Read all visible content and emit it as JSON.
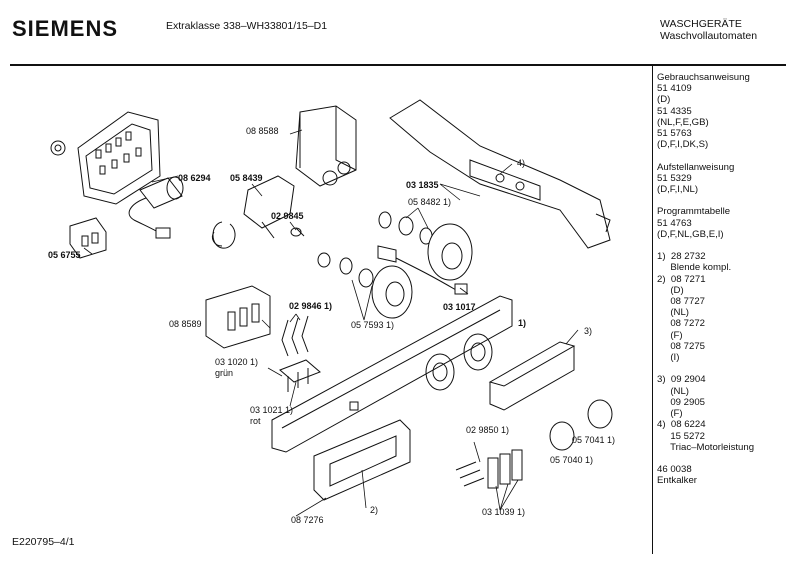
{
  "header": {
    "brand": "SIEMENS",
    "model": "Extraklasse 338–WH33801/15–D1",
    "category_line1": "WASCHGERÄTE",
    "category_line2": "Waschvollautomaten"
  },
  "footer": {
    "code": "E220795–4/1"
  },
  "sidebar": {
    "lines": [
      "Gebrauchsanweisung",
      "51 4109",
      "(D)",
      "51 4335",
      "(NL,F,E,GB)",
      "51 5763",
      "(D,F,I,DK,S)",
      "",
      "Aufstellanweisung",
      "51 5329",
      "(D,F,I,NL)",
      "",
      "Programmtabelle",
      "51 4763",
      "(D,F,NL,GB,E,I)",
      "",
      "1)  28 2732",
      "     Blende kompl.",
      "2)  08 7271",
      "     (D)",
      "     08 7727",
      "     (NL)",
      "     08 7272",
      "     (F)",
      "     08 7275",
      "     (I)",
      "",
      "3)  09 2904",
      "     (NL)",
      "     09 2905",
      "     (F)",
      "4)  08 6224",
      "     15 5272",
      "     Triac–Motorleistung",
      "",
      "46 0038",
      "Entkalker"
    ]
  },
  "diagram": {
    "labels": {
      "p086294": "08 6294",
      "p058439": "05 8439",
      "p056755": "05 6755",
      "p088588": "08 8588",
      "p031835": "03 1835",
      "note4": "4)",
      "p029845": "02 9845",
      "p058482": "05 8482 1)",
      "p088589": "08 8589",
      "p029846": "02 9846 1)",
      "p057593": "05 7593 1)",
      "p031017": "03 1017",
      "note1": "1)",
      "note3": "3)",
      "p031020": "03 1020 1)",
      "gruen": "grün",
      "p031021": "03 1021 1)",
      "rot": "rot",
      "p029850": "02 9850 1)",
      "p057041": "05 7041 1)",
      "p057040": "05 7040 1)",
      "p087276": "08 7276",
      "note2": "2)",
      "p031039": "03 1039 1)"
    }
  }
}
